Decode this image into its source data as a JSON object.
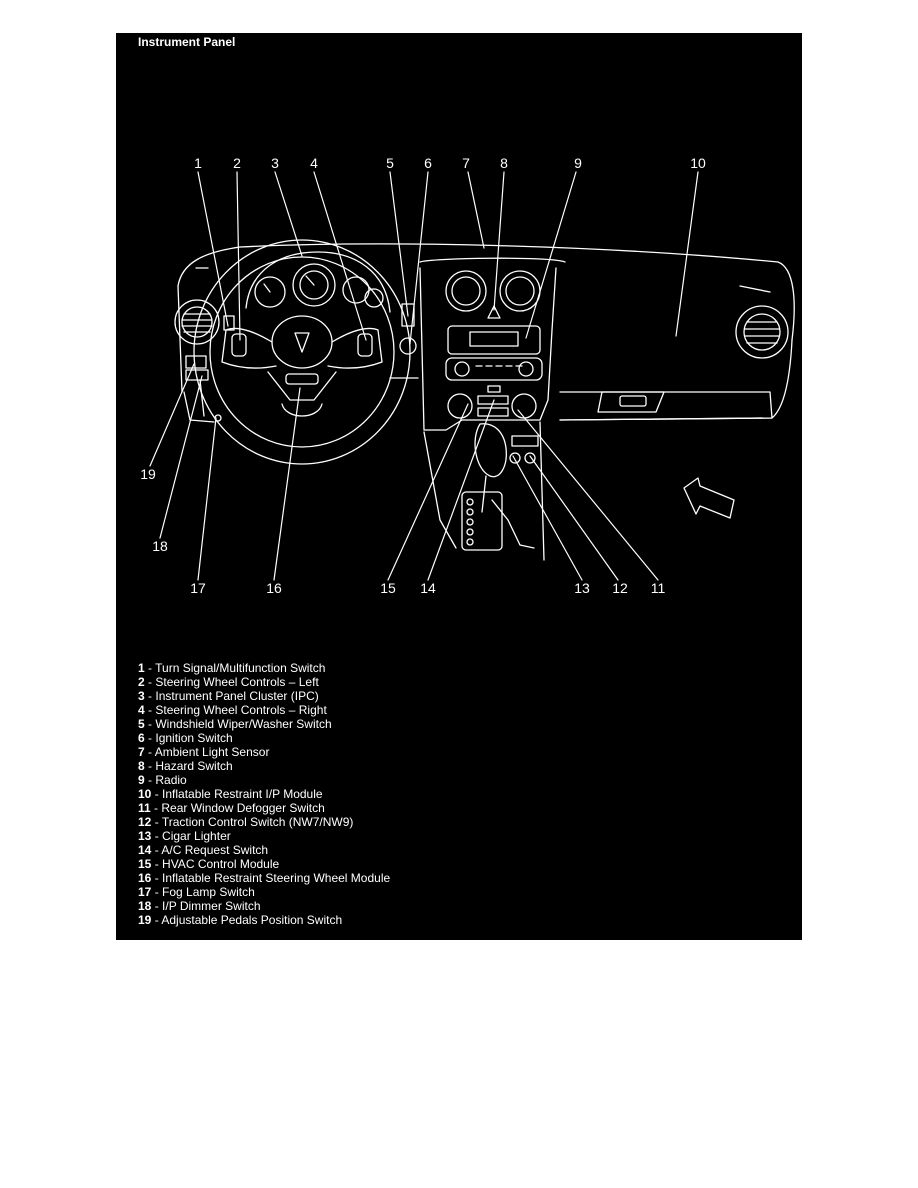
{
  "title": "Instrument Panel",
  "callouts": [
    "1",
    "2",
    "3",
    "4",
    "5",
    "6",
    "7",
    "8",
    "9",
    "10",
    "11",
    "12",
    "13",
    "14",
    "15",
    "16",
    "17",
    "18",
    "19"
  ],
  "legend": [
    {
      "num": "1",
      "sep": " - ",
      "text": "Turn Signal/Multifunction Switch"
    },
    {
      "num": "2",
      "sep": " - ",
      "text": "Steering Wheel Controls – Left"
    },
    {
      "num": "3",
      "sep": " - ",
      "text": "Instrument Panel Cluster (IPC)"
    },
    {
      "num": "4",
      "sep": " - ",
      "text": "Steering Wheel Controls – Right"
    },
    {
      "num": "5",
      "sep": " - ",
      "text": "Windshield Wiper/Washer Switch"
    },
    {
      "num": "6",
      "sep": " - ",
      "text": "Ignition Switch"
    },
    {
      "num": "7",
      "sep": " - ",
      "text": "Ambient Light Sensor"
    },
    {
      "num": "8",
      "sep": " - ",
      "text": "Hazard Switch"
    },
    {
      "num": "9",
      "sep": " - ",
      "text": "Radio"
    },
    {
      "num": "10",
      "sep": " - ",
      "text": "Inflatable Restraint I/P Module"
    },
    {
      "num": "11",
      "sep": " - ",
      "text": "Rear Window Defogger Switch"
    },
    {
      "num": "12",
      "sep": " - ",
      "text": "Traction Control Switch (NW7/NW9)"
    },
    {
      "num": "13",
      "sep": " - ",
      "text": "Cigar Lighter"
    },
    {
      "num": "14",
      "sep": " - ",
      "text": "A/C Request Switch"
    },
    {
      "num": "15",
      "sep": " - ",
      "text": "HVAC Control Module"
    },
    {
      "num": "16",
      "sep": " - ",
      "text": "Inflatable Restraint Steering Wheel Module"
    },
    {
      "num": "17",
      "sep": " - ",
      "text": "Fog Lamp Switch"
    },
    {
      "num": "18",
      "sep": " - ",
      "text": "I/P Dimmer Switch"
    },
    {
      "num": "19",
      "sep": " - ",
      "text": "Adjustable Pedals Position Switch"
    }
  ]
}
